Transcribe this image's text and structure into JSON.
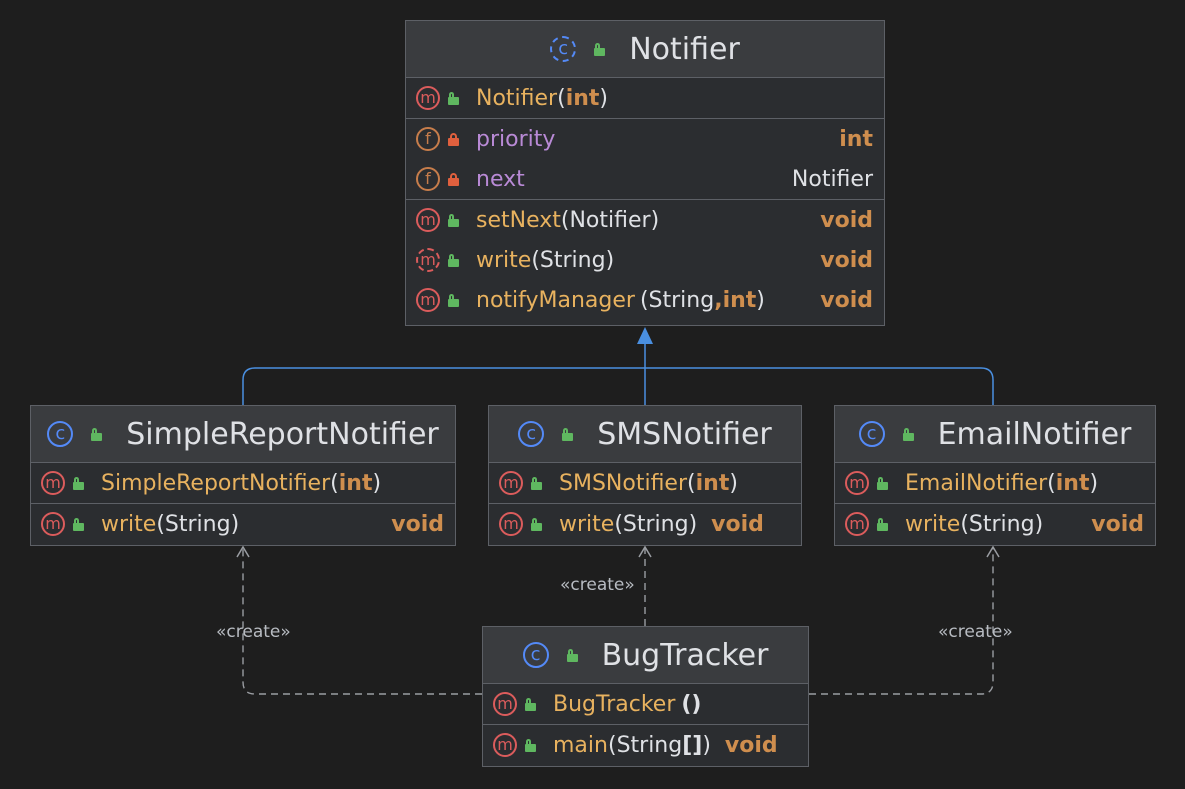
{
  "diagram": {
    "classes": {
      "notifier": {
        "name": "Notifier",
        "constructor": {
          "name": "Notifier",
          "params": [
            "int"
          ]
        },
        "fields": [
          {
            "name": "priority",
            "type": "int"
          },
          {
            "name": "next",
            "type": "Notifier"
          }
        ],
        "methods": [
          {
            "name": "setNext",
            "param1": "Notifier",
            "ret": "void"
          },
          {
            "name": "write",
            "param1": "String",
            "ret": "void"
          },
          {
            "name": "notifyManager",
            "param1": "String",
            "param2": "int",
            "ret": "void"
          }
        ]
      },
      "simple": {
        "name": "SimpleReportNotifier",
        "constructor": {
          "name": "SimpleReportNotifier",
          "param": "int"
        },
        "method": {
          "name": "write",
          "param": "String",
          "ret": "void"
        }
      },
      "sms": {
        "name": "SMSNotifier",
        "constructor": {
          "name": "SMSNotifier",
          "param": "int"
        },
        "method": {
          "name": "write",
          "param": "String",
          "ret": "void"
        }
      },
      "email": {
        "name": "EmailNotifier",
        "constructor": {
          "name": "EmailNotifier",
          "param": "int"
        },
        "method": {
          "name": "write",
          "param": "String",
          "ret": "void"
        }
      },
      "bugtracker": {
        "name": "BugTracker",
        "constructor": {
          "name": "BugTracker",
          "params": "()"
        },
        "method": {
          "name": "main",
          "param": "String",
          "array": "[]",
          "ret": "void"
        }
      }
    },
    "edge_labels": {
      "create_sms": "«create»",
      "create_simple": "«create»",
      "create_email": "«create»"
    },
    "colors": {
      "background": "#1e1e1e",
      "inheritance_edge": "#4a8fe0",
      "dependency_edge": "#9a9da2",
      "method_name": "#e8b25f",
      "field_name": "#b98ad6",
      "keyword": "#cf8e4e"
    },
    "icons": {
      "class": "class-icon",
      "method": "method-icon",
      "field": "field-icon",
      "public": "public-lock-icon",
      "private": "private-lock-icon"
    }
  }
}
